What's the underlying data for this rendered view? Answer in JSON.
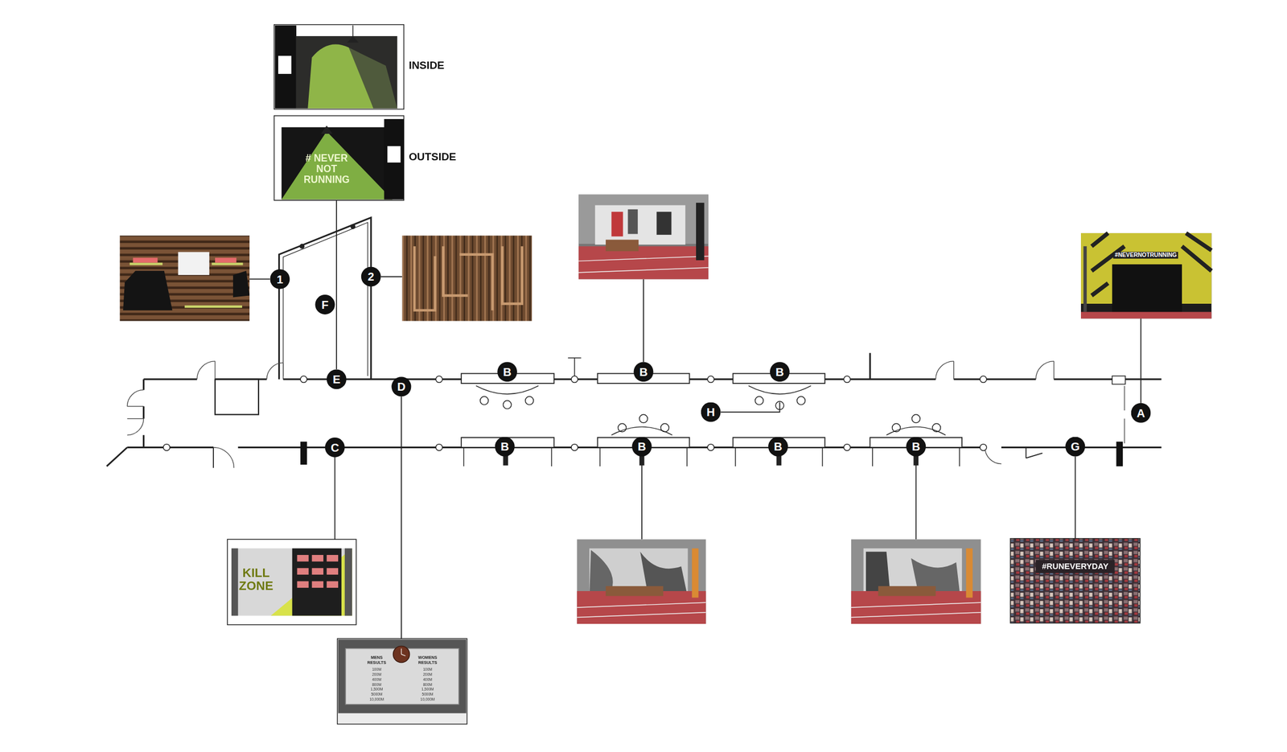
{
  "diagram": {
    "labels": [
      "INSIDE",
      "OUTSIDE",
      "# NEVER NOT RUNNING",
      "1",
      "2",
      "F",
      "E",
      "D",
      "C",
      "B",
      "B",
      "B",
      "H",
      "A",
      "B",
      "B",
      "B",
      "B",
      "G",
      "#NEVERNOTRUNNING",
      "KILL ZONE",
      "MENS RESULTS",
      "WOMENS RESULTS",
      "100M",
      "200M",
      "400M",
      "800M",
      "1,500M",
      "5000M",
      "10,000M",
      "100M",
      "200M",
      "400M",
      "800M",
      "1,500M",
      "5000M",
      "10,000M",
      "#RUNEVERYDAY"
    ]
  }
}
